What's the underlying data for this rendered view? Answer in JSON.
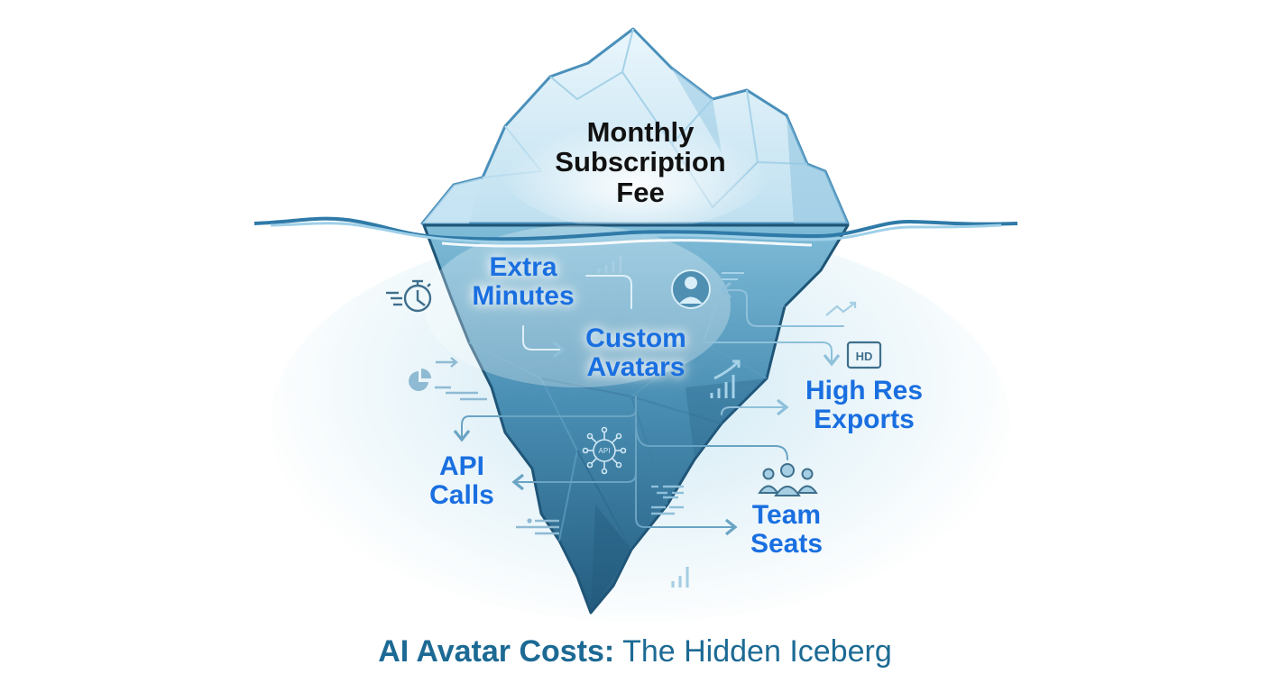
{
  "diagram": {
    "title_bold": "AI Avatar Costs:",
    "title_light": "The Hidden Iceberg",
    "above_water": {
      "label_line1": "Monthly",
      "label_line2": "Subscription",
      "label_line3": "Fee"
    },
    "below_water": [
      {
        "line1": "Extra",
        "line2": "Minutes",
        "icon": "stopwatch-icon"
      },
      {
        "line1": "Custom",
        "line2": "Avatars",
        "icon": "avatar-profile-icon"
      },
      {
        "line1": "High Res",
        "line2": "Exports",
        "icon": "hd-icon"
      },
      {
        "line1": "API",
        "line2": "Calls",
        "icon": "api-network-icon"
      },
      {
        "line1": "Team",
        "line2": "Seats",
        "icon": "team-group-icon"
      }
    ],
    "hd_badge": "HD",
    "api_badge": "API",
    "colors": {
      "label_blue": "#1a6fe0",
      "title_blue": "#1c6a94",
      "ice_light": "#d8eef8",
      "ice_mid": "#8cc4e0",
      "ice_deep": "#2f6f93",
      "water_line": "#3a8bb5",
      "icon_muted": "#7fb3cf"
    }
  }
}
